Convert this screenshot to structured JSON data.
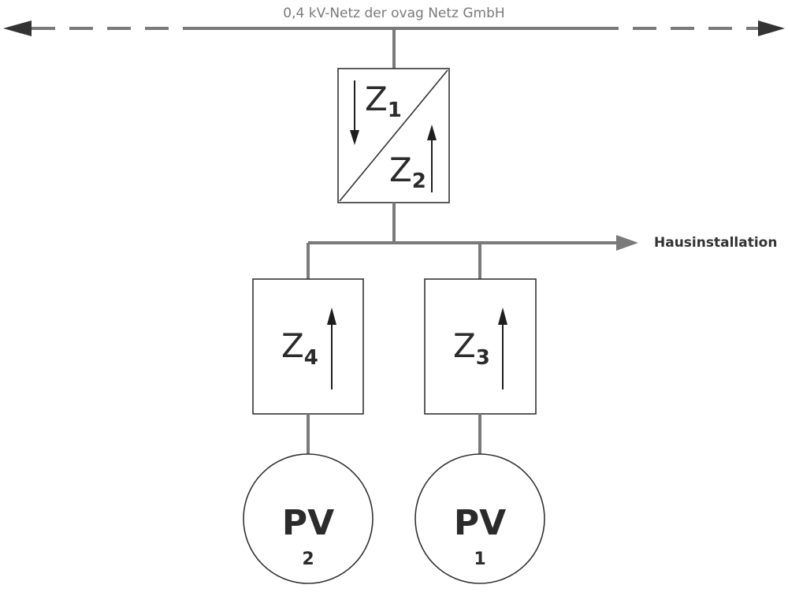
{
  "grid": {
    "label": "0,4 kV-Netz der ovag Netz GmbH"
  },
  "branch": {
    "label": "Hausinstallation"
  },
  "meters": {
    "z1": {
      "letter": "Z",
      "index": "1"
    },
    "z2": {
      "letter": "Z",
      "index": "2"
    },
    "z3": {
      "letter": "Z",
      "index": "3"
    },
    "z4": {
      "letter": "Z",
      "index": "4"
    }
  },
  "generators": {
    "pv1": {
      "label": "PV",
      "number": "1"
    },
    "pv2": {
      "label": "PV",
      "number": "2"
    }
  },
  "colors": {
    "line": "#7a7a7a",
    "box": "#333333",
    "text": "#2b2b2b"
  }
}
